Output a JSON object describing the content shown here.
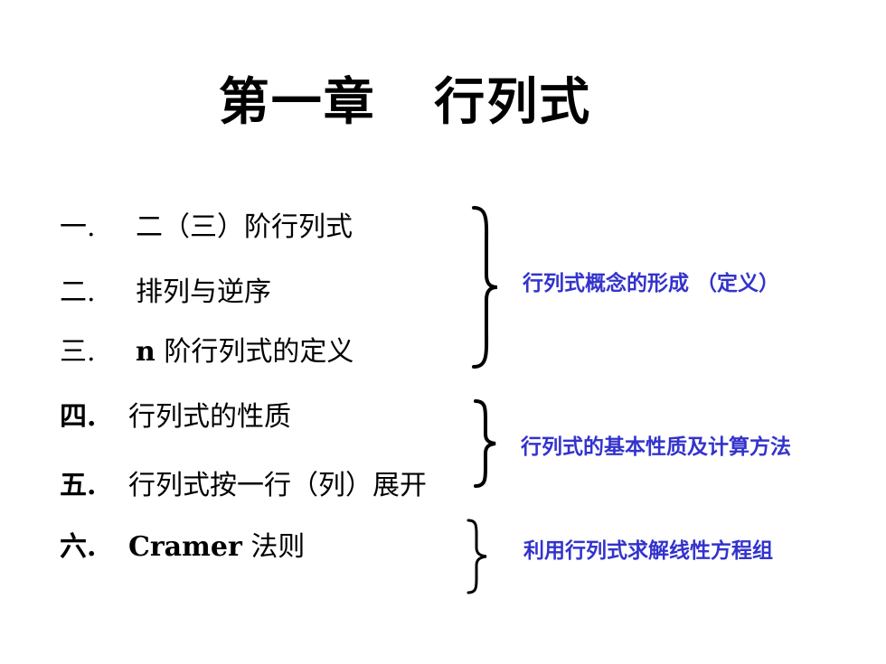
{
  "slide": {
    "title": "第一章   行列式"
  },
  "items": [
    {
      "num": "一.",
      "text": "二（三）阶行列式"
    },
    {
      "num": "二.",
      "text": "排列与逆序"
    },
    {
      "num": "三.",
      "text_prefix": "n",
      "text": "阶行列式的定义"
    },
    {
      "num": "四.",
      "text": "行列式的性质"
    },
    {
      "num": "五.",
      "text": "行列式按一行（列）展开"
    },
    {
      "num": "六.",
      "text_prefix": "Cramer",
      "text": "法则"
    }
  ],
  "notes": [
    {
      "text": "行列式概念的形成 （定义）"
    },
    {
      "text": "行列式的基本性质及计算方法"
    },
    {
      "text": "利用行列式求解线性方程组"
    }
  ],
  "colors": {
    "note_text": "#3333cc",
    "body_text": "#000000"
  }
}
